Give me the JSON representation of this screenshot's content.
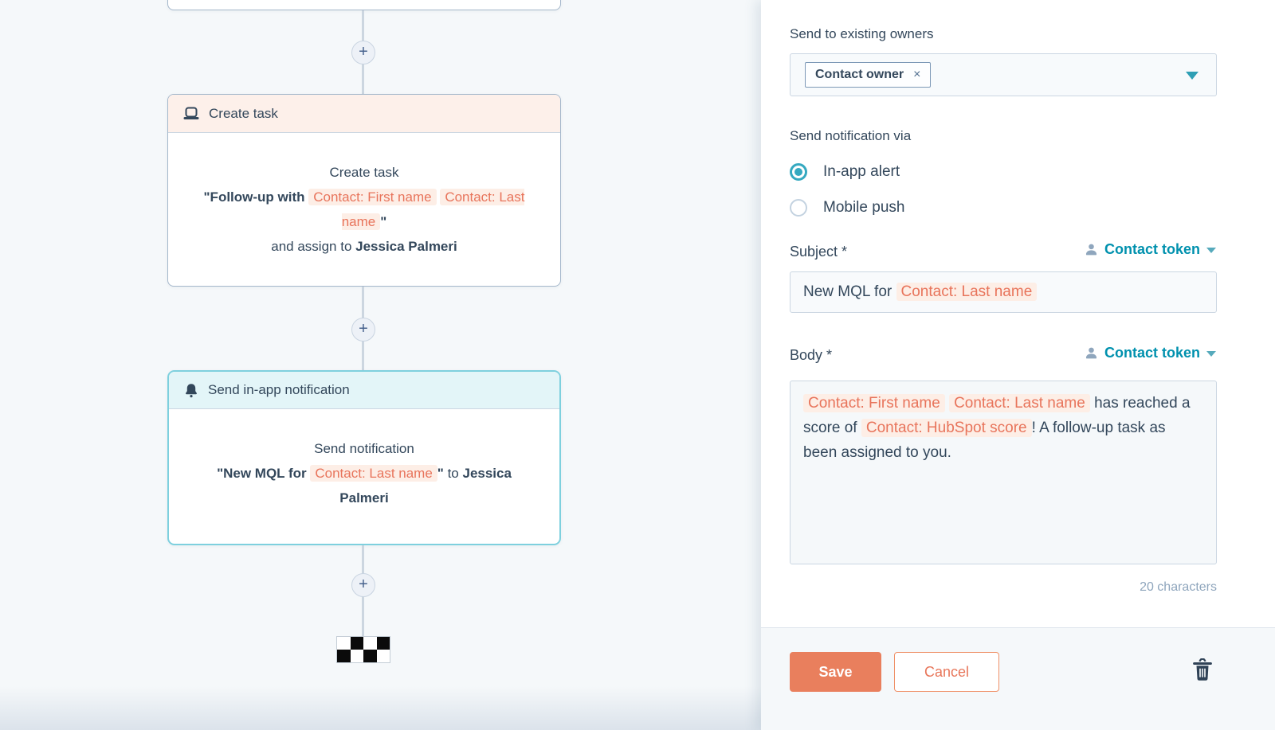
{
  "colors": {
    "accent_orange": "#e97f5d",
    "teal": "#00a4bd",
    "token_text": "#e8745b",
    "token_bg": "#fdeee6"
  },
  "canvas": {
    "plus_label": "+",
    "nodes": {
      "create_task": {
        "title": "Create task",
        "icon": "task-icon",
        "line1": "Create task",
        "quote_segments": [
          {
            "s": "bold",
            "t": "\"Follow-up with "
          },
          {
            "s": "token",
            "t": "Contact: First name"
          },
          {
            "s": "plain",
            "t": " "
          },
          {
            "s": "token",
            "t": "Contact: Last name"
          },
          {
            "s": "bold",
            "t": "\""
          }
        ],
        "assign_segments": [
          {
            "s": "plain",
            "t": "and assign to "
          },
          {
            "s": "bold",
            "t": "Jessica Palmeri"
          }
        ]
      },
      "send_notification": {
        "title": "Send in-app notification",
        "icon": "bell-icon",
        "selected": true,
        "line1": "Send notification",
        "quote_segments": [
          {
            "s": "bold",
            "t": "\"New MQL for "
          },
          {
            "s": "token",
            "t": "Contact: Last name"
          },
          {
            "s": "bold",
            "t": "\""
          },
          {
            "s": "plain",
            "t": " to "
          },
          {
            "s": "bold",
            "t": "Jessica Palmeri"
          }
        ]
      }
    },
    "end_marker": "finish-flag"
  },
  "panel": {
    "send_to_label": "Send to existing owners",
    "owner_tag": "Contact owner",
    "owner_tag_remove": "×",
    "via_label": "Send notification via",
    "radios": {
      "in_app": {
        "label": "In-app alert",
        "selected": true
      },
      "mobile": {
        "label": "Mobile push",
        "selected": false
      }
    },
    "subject": {
      "label": "Subject *",
      "token_link": "Contact token",
      "value_segments": [
        {
          "s": "plain",
          "t": "New MQL for "
        },
        {
          "s": "token",
          "t": "Contact: Last name"
        }
      ]
    },
    "body": {
      "label": "Body *",
      "token_link": "Contact token",
      "value_segments": [
        {
          "s": "token",
          "t": "Contact: First name"
        },
        {
          "s": "plain",
          "t": " "
        },
        {
          "s": "token",
          "t": "Contact: Last name"
        },
        {
          "s": "plain",
          "t": " has reached a score of "
        },
        {
          "s": "token",
          "t": "Contact: HubSpot score"
        },
        {
          "s": "plain",
          "t": "! A follow-up task as been assigned to you."
        }
      ],
      "counter": "20 characters"
    },
    "footer": {
      "save": "Save",
      "cancel": "Cancel"
    }
  }
}
